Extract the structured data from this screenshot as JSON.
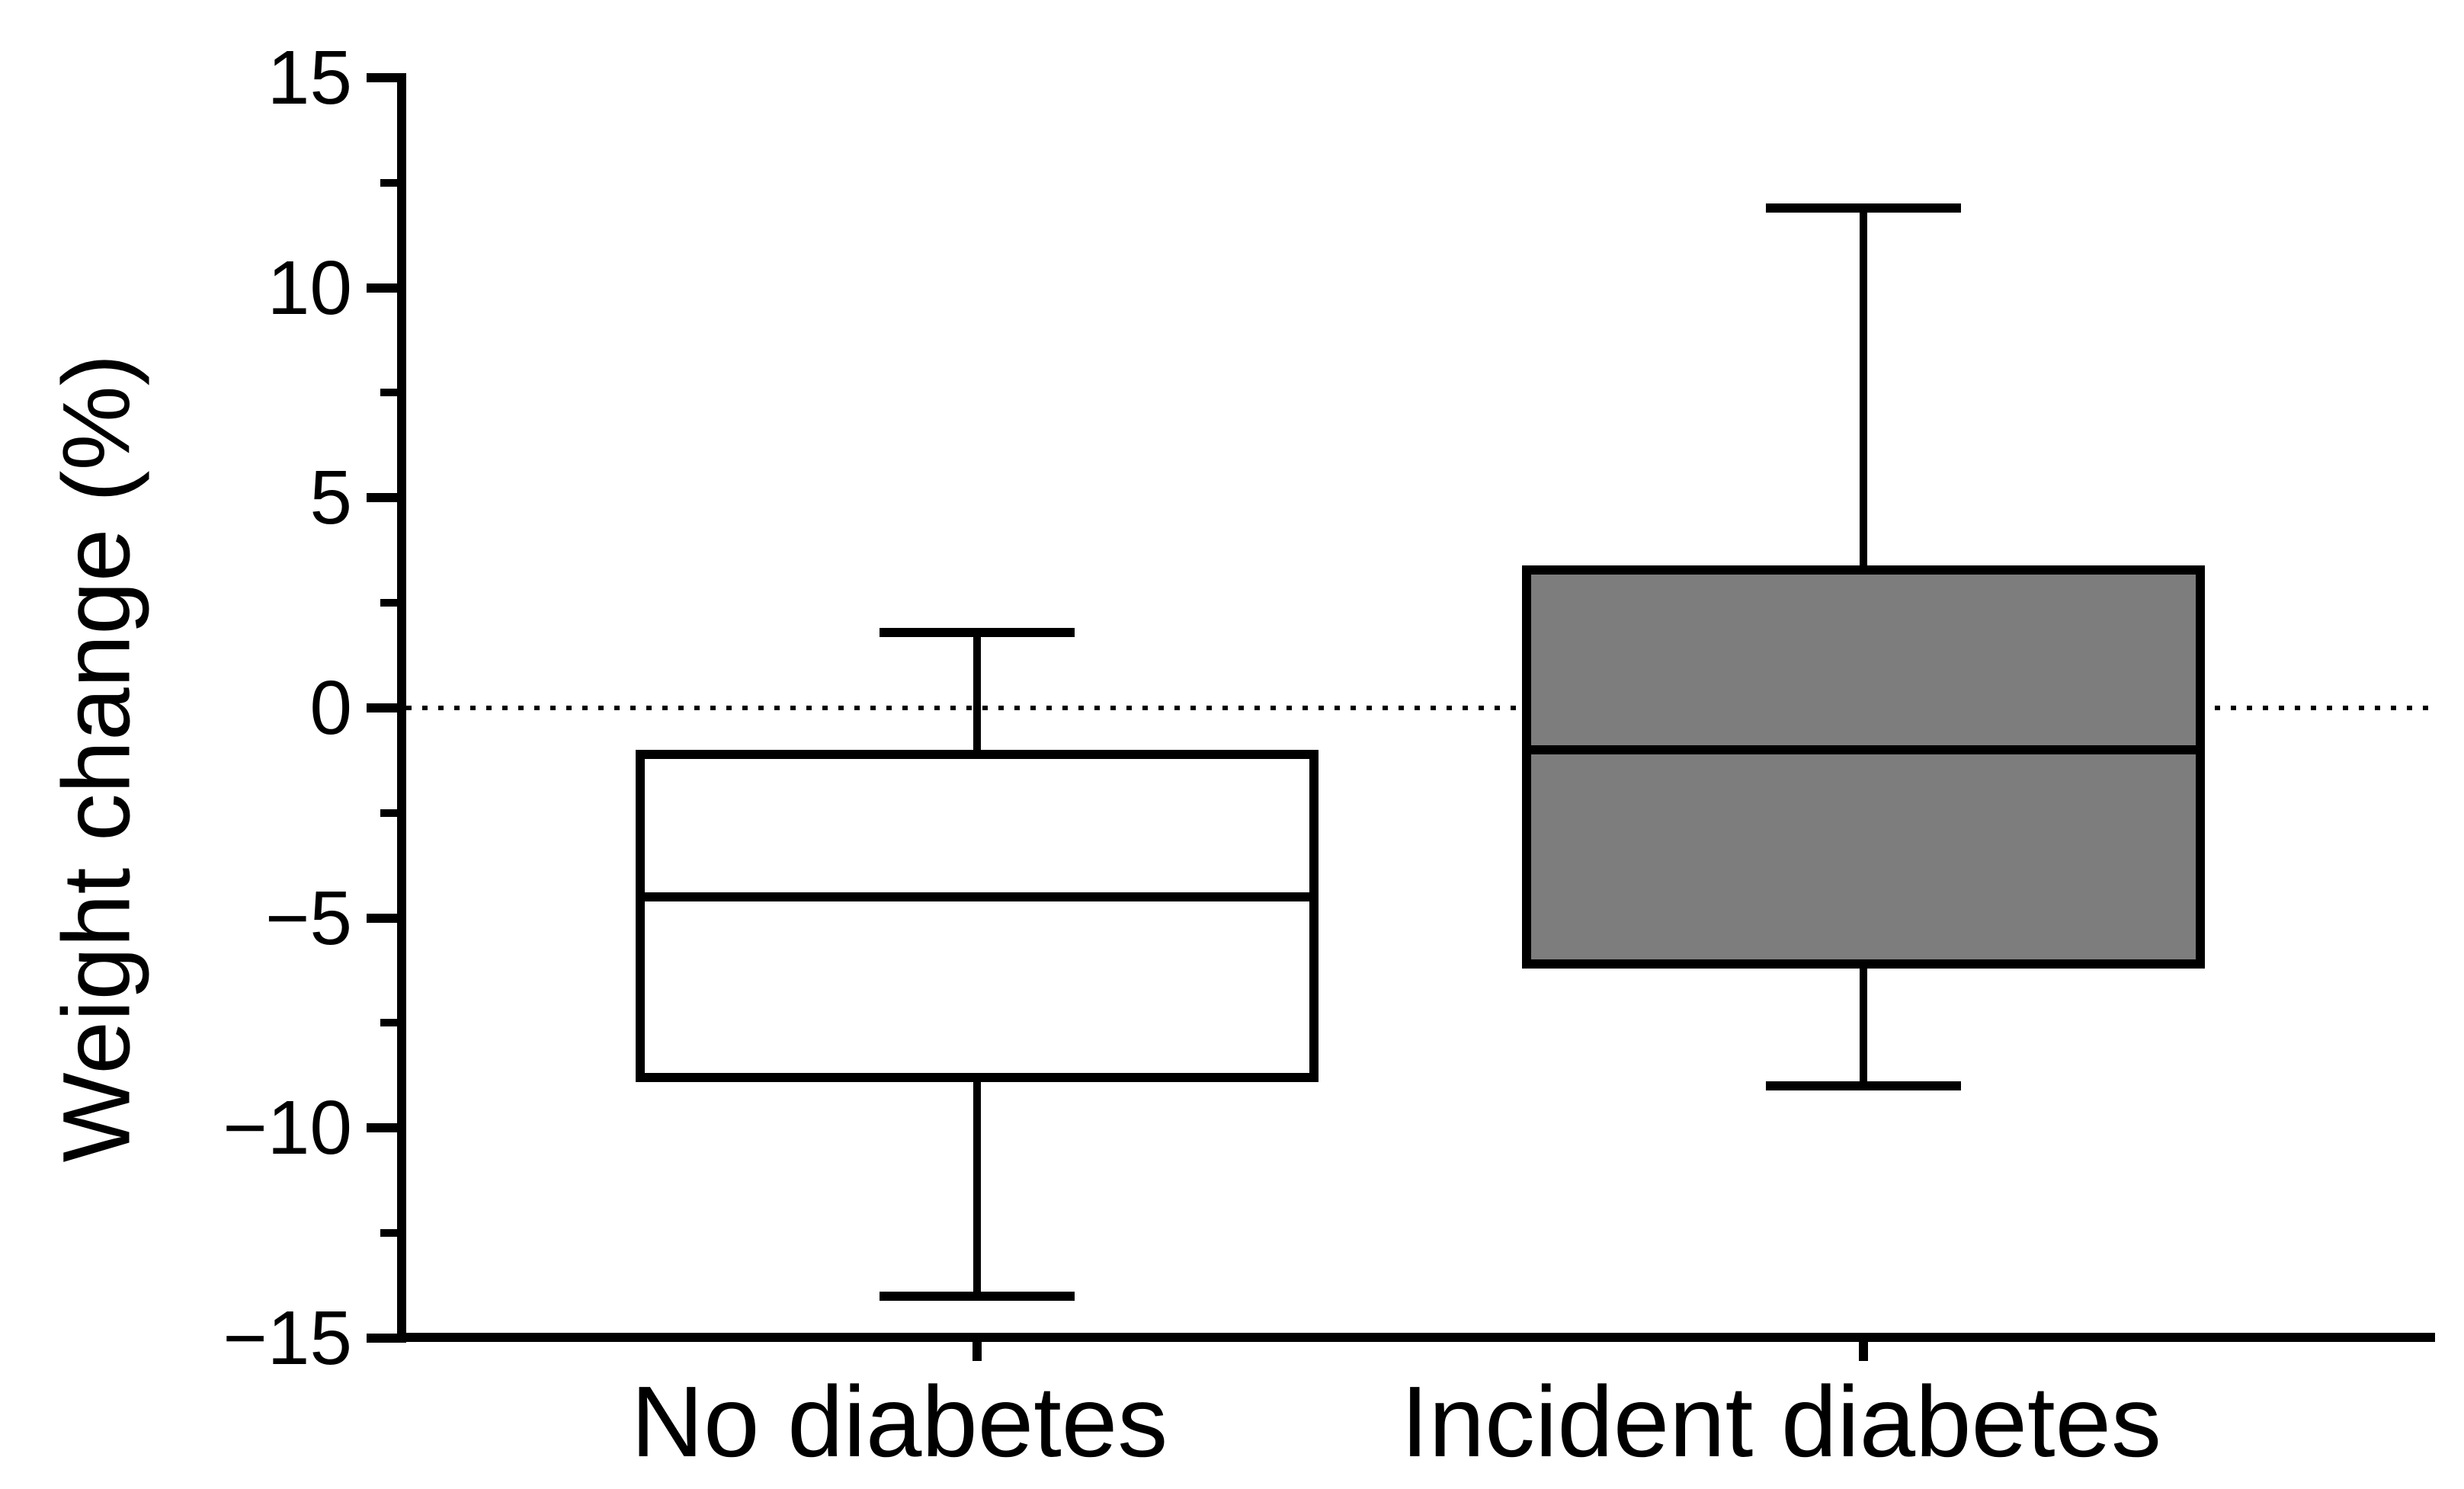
{
  "figure": {
    "background": "#ffffff",
    "line_color": "#000000"
  },
  "chart_data": {
    "type": "box",
    "title": "",
    "xlabel": "",
    "ylabel": "Weight change (%)",
    "categories": [
      "No diabetes",
      "Incident diabetes"
    ],
    "series": [
      {
        "name": "No diabetes",
        "whisker_low": -14.0,
        "q1": -8.9,
        "median": -4.5,
        "q3": -1.0,
        "whisker_high": 1.8,
        "fill": "#ffffff"
      },
      {
        "name": "Incident diabetes",
        "whisker_low": -9.0,
        "q1": -6.2,
        "median": -1.0,
        "q3": 3.4,
        "whisker_high": 11.9,
        "fill": "#7d7d7d"
      }
    ],
    "ylim": [
      -15,
      15
    ],
    "yticks": [
      {
        "value": 15,
        "label": "15"
      },
      {
        "value": 10,
        "label": "10"
      },
      {
        "value": 5,
        "label": "5"
      },
      {
        "value": 0,
        "label": "0"
      },
      {
        "value": -5,
        "label": "−5"
      },
      {
        "value": -10,
        "label": "−10"
      },
      {
        "value": -15,
        "label": "−15"
      }
    ],
    "minor_tick_values": [
      12.5,
      7.5,
      2.5,
      -2.5,
      -7.5,
      -12.5
    ],
    "reference_line": {
      "value": 0,
      "style": "dotted",
      "color": "#000000"
    },
    "grid": false,
    "legend": false,
    "box_border_color": "#000000"
  }
}
